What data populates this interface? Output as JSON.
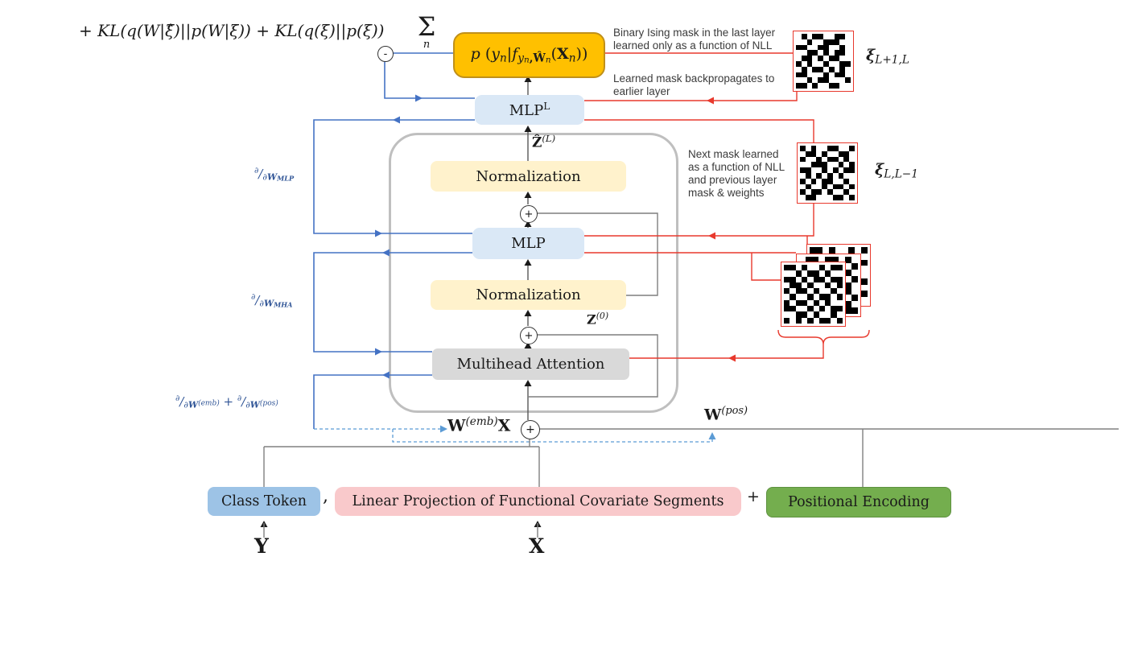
{
  "colors": {
    "loss_fill": "#FFC000",
    "loss_border": "#C0901A",
    "mlp_fill": "#DAE8F6",
    "norm_fill": "#FFF2CC",
    "mha_fill": "#D9D9D9",
    "class_token_fill": "#9DC3E6",
    "linear_projection_fill": "#F9C9CB",
    "positional_encoding_fill": "#74AE4E",
    "blue_line": "#4472C4",
    "blue_dashed": "#5B9BD5",
    "blue_text": "#2F5496",
    "red_line": "#E8392D",
    "gray_line": "#808080",
    "container_border": "#BFBFBF"
  },
  "formula": {
    "kl_terms": "+ KL(q(W|ξ̂)||p(W|ξ)) + KL(q(ξ)||p(ξ))",
    "sum": "Σ",
    "sum_index": "n",
    "minus": "-"
  },
  "operators": {
    "plus": "+"
  },
  "loss_box": {
    "formula": [
      {
        "t": "p",
        "i": 1
      },
      {
        "t": " ("
      },
      {
        "t": "y",
        "i": 1
      },
      {
        "t": "n",
        "s": "sub",
        "i": 1
      },
      {
        "t": "|"
      },
      {
        "t": "f",
        "i": 1
      },
      {
        "t": "y",
        "s": "sub",
        "i": 1
      },
      {
        "t": "n",
        "s": "sub2",
        "i": 1
      },
      {
        "t": ",Ŵ",
        "s": "sub",
        "b": 1
      },
      {
        "t": "n",
        "s": "sub2",
        "i": 1
      },
      {
        "t": "("
      },
      {
        "t": "X",
        "b": 1
      },
      {
        "t": "n",
        "s": "sub",
        "i": 1
      },
      {
        "t": ")"
      },
      {
        "t": ")"
      }
    ]
  },
  "annotations": {
    "binary_ising": "Binary Ising mask in the last layer learned only as a function of NLL",
    "learned_mask": "Learned mask backpropagates to earlier layer",
    "next_mask": "Next mask learned as a function of NLL and previous layer mask & weights"
  },
  "blocks": {
    "mlp_top": [
      {
        "t": "MLP"
      },
      {
        "t": "L",
        "s": "sup"
      }
    ],
    "normalization_upper": "Normalization",
    "mlp": "MLP",
    "normalization_lower": "Normalization",
    "multihead_attention": "Multihead Attention"
  },
  "inner_labels": {
    "z_hat": [
      {
        "t": "Ẑ",
        "b": 1
      },
      {
        "t": "(L)",
        "s": "sup",
        "i": 1
      }
    ],
    "z0": [
      {
        "t": "Z",
        "b": 1
      },
      {
        "t": "(0)",
        "s": "sup",
        "i": 1
      }
    ]
  },
  "gradients": {
    "mlp": [
      {
        "t": "∂",
        "s": "sup"
      },
      {
        "t": "/"
      },
      {
        "t": "∂",
        "s": "sub"
      },
      {
        "t": "W",
        "s": "sub",
        "b": 1
      },
      {
        "t": "MLP",
        "s": "sub2",
        "b": 1
      }
    ],
    "mha": [
      {
        "t": "∂",
        "s": "sup"
      },
      {
        "t": "/"
      },
      {
        "t": "∂",
        "s": "sub"
      },
      {
        "t": "W",
        "s": "sub",
        "b": 1
      },
      {
        "t": "MHA",
        "s": "sub2",
        "b": 1
      }
    ],
    "emb_pos": [
      {
        "t": "∂",
        "s": "sup"
      },
      {
        "t": "/"
      },
      {
        "t": "∂",
        "s": "sub"
      },
      {
        "t": "W",
        "s": "sub",
        "b": 1
      },
      {
        "t": "(emb)",
        "s": "subsup"
      },
      {
        "t": " + "
      },
      {
        "t": "∂",
        "s": "sup"
      },
      {
        "t": "/"
      },
      {
        "t": "∂",
        "s": "sub"
      },
      {
        "t": "W",
        "s": "sub",
        "b": 1
      },
      {
        "t": "(pos)",
        "s": "subsup"
      }
    ]
  },
  "embedding": {
    "w_emb_x": [
      {
        "t": "W",
        "b": 1
      },
      {
        "t": "(emb)",
        "s": "sup",
        "i": 1
      },
      {
        "t": "X",
        "b": 1
      }
    ],
    "w_pos": [
      {
        "t": "W",
        "b": 1
      },
      {
        "t": "(pos)",
        "s": "sup",
        "i": 1
      }
    ]
  },
  "input_row": {
    "class_token": "Class Token",
    "comma": ",",
    "linear_projection": "Linear Projection of Functional Covariate Segments",
    "plus": "+",
    "positional_encoding": "Positional Encoding",
    "y_label": "Y",
    "x_label": "X"
  },
  "masks": {
    "xi_last": {
      "label": [
        {
          "t": "ξ",
          "b": 1,
          "i": 1
        },
        {
          "t": "L+1,L",
          "s": "sub",
          "i": 1
        }
      ],
      "pattern": [
        "0101100110",
        "0010011100",
        "1100110010",
        "0011010110",
        "0110101100",
        "1010010011",
        "0101101010",
        "1100010110",
        "0010110001",
        "1101001100"
      ]
    },
    "xi_prev": {
      "label": [
        {
          "t": "ξ",
          "b": 1,
          "i": 1
        },
        {
          "t": "L,L−1",
          "s": "sub",
          "i": 1
        }
      ],
      "pattern": [
        "1010011001",
        "0110100110",
        "1001011010",
        "0011100101",
        "1100101011",
        "0101010100",
        "1010110010",
        "0100101101",
        "1011010010",
        "0110001101"
      ]
    },
    "stack": {
      "back": [
        "110100101",
        "011010010",
        "100101101",
        "010011010",
        "101100110",
        "010010101",
        "110101010",
        "001011001",
        "101100110"
      ],
      "middle": [
        "011011010",
        "100100101",
        "011010110",
        "101101001",
        "010010110",
        "101101010",
        "010110101",
        "101001010",
        "011010011"
      ],
      "front": [
        "1101001011",
        "0010110100",
        "1101011011",
        "0110100101",
        "1011010010",
        "0100101101",
        "1011010100",
        "1100101011",
        "0011010010",
        "1010101101"
      ]
    }
  }
}
